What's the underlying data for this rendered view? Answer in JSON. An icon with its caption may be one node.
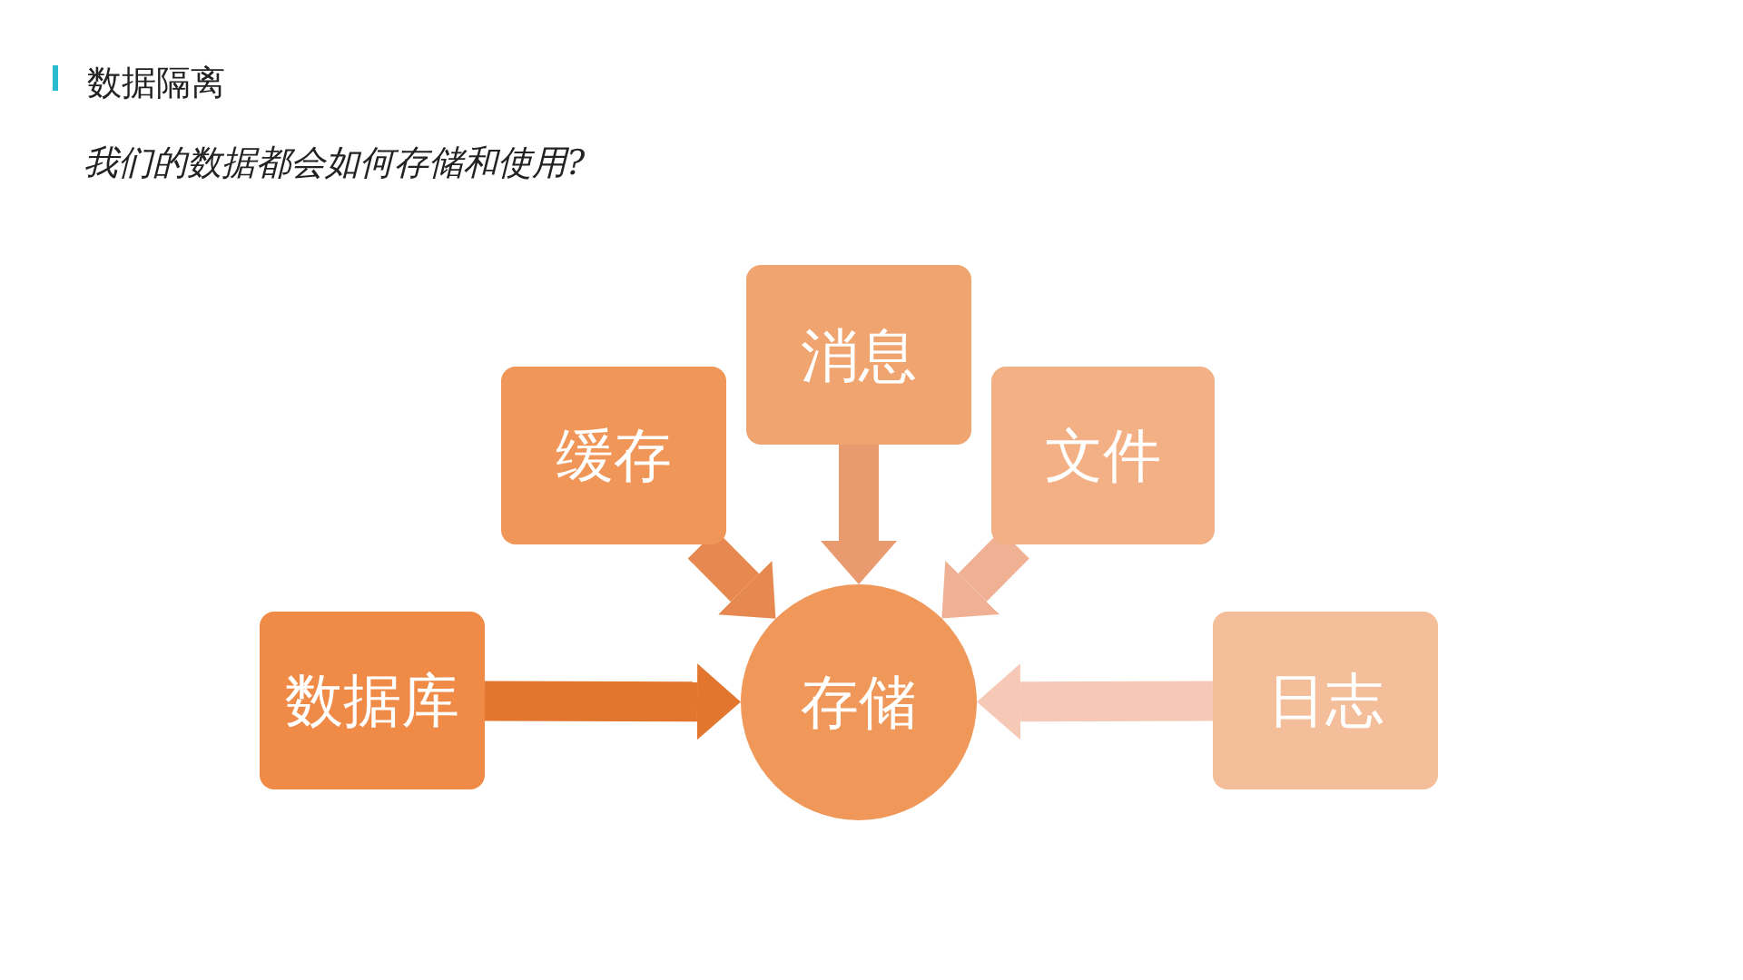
{
  "diagram": {
    "title": "数据隔离",
    "nodes": [
      {
        "text": [
          "数据库"
        ]
      },
      {
        "text": [
          "缓存"
        ]
      },
      {
        "text": [
          "消息"
        ]
      },
      {
        "text": [
          "文件"
        ]
      },
      {
        "text": [
          "日志"
        ]
      },
      {
        "text": [
          "存储"
        ]
      }
    ],
    "edges": [
      {
        "from": 0,
        "to": 5,
        "arrow": "to",
        "color": "#e2762f"
      },
      {
        "from": 1,
        "to": 5,
        "arrow": "to",
        "color": "#e6884f"
      },
      {
        "from": 2,
        "to": 5,
        "arrow": "to",
        "color": "#ea9a6f"
      },
      {
        "from": 3,
        "to": 5,
        "arrow": "to",
        "color": "#f0b094"
      },
      {
        "from": 4,
        "to": 5,
        "arrow": "to",
        "color": "#f6c9b6"
      }
    ],
    "labels": [
      "我们的数据都会如何存储和使用?"
    ]
  }
}
